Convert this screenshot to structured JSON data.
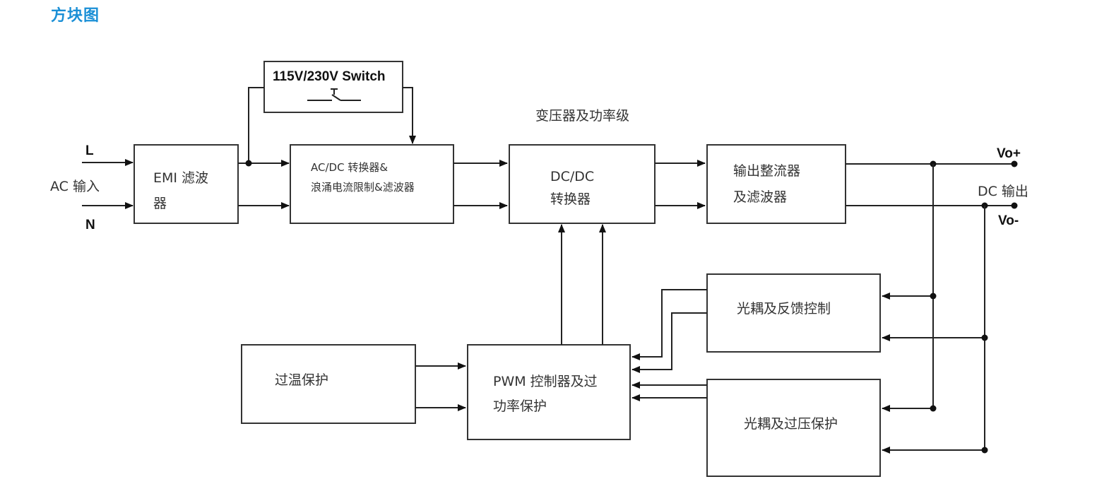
{
  "title": "方块图",
  "diagram": {
    "input_label": "AC 输入",
    "terminal_L": "L",
    "terminal_N": "N",
    "switch_box": {
      "label": "115V/230V Switch"
    },
    "emi_filter": {
      "line1": "EMI 滤波",
      "line2": "器"
    },
    "acdc": {
      "line1": "AC/DC 转换器&",
      "line2": "浪涌电流限制&滤波器"
    },
    "transformer_label": "变压器及功率级",
    "dcdc": {
      "line1": "DC/DC",
      "line2": "转换器"
    },
    "rectifier": {
      "line1": "输出整流器",
      "line2": "及滤波器"
    },
    "vo_plus": "Vo+",
    "vo_minus": "Vo-",
    "dc_output": "DC 输出",
    "feedback": {
      "label": "光耦及反馈控制"
    },
    "ovp": {
      "label": "光耦及过压保护"
    },
    "otp": {
      "label": "过温保护"
    },
    "pwm": {
      "line1": "PWM 控制器及过",
      "line2": "功率保护"
    }
  }
}
